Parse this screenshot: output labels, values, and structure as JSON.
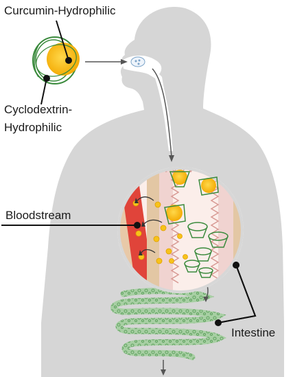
{
  "labels": {
    "curcumin": "Curcumin-Hydrophilic",
    "cyclodextrin_line1": "Cyclodextrin-",
    "cyclodextrin_line2": "Hydrophilic",
    "bloodstream": "Bloodstream",
    "intestine": "Intestine"
  },
  "colors": {
    "silhouette": "#d6d6d6",
    "curcumin_yellow": "#f7c21b",
    "cyclodextrin_green": "#3a8a3c",
    "blood_red": "#e0443a",
    "tissue_pink": "#f0d3d0",
    "tissue_tan": "#e3c7a4",
    "intestine_green": "#8dc08a"
  }
}
